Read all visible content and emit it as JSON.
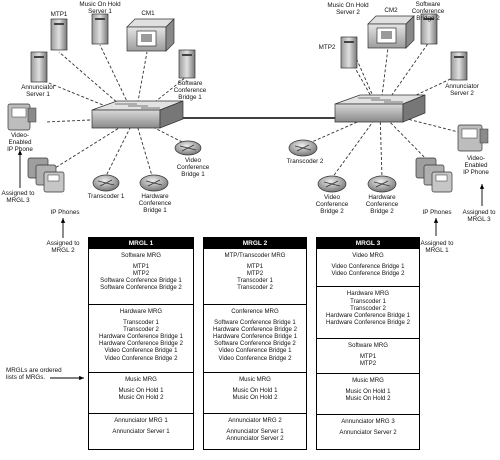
{
  "left_cluster": {
    "cm_label": "CM1",
    "mtp_label": "MTP1",
    "moh_label": [
      "Music On Hold",
      "Server 1"
    ],
    "annunciator_label": [
      "Annunciator",
      "Server 1"
    ],
    "scb_label": [
      "Software",
      "Conference",
      "Bridge 1"
    ],
    "vcb_label": [
      "Video",
      "Conference",
      "Bridge 1"
    ],
    "hcb_label": [
      "Hardware",
      "Conference",
      "Bridge 1"
    ],
    "transcoder_label": "Transcoder 1",
    "video_phone_label": [
      "Video-",
      "Enabled",
      "IP Phone"
    ],
    "ip_phones_label": "IP Phones",
    "assigned_video": [
      "Assigned to",
      "MRGL 3"
    ],
    "assigned_phones": [
      "Assigned to",
      "MRGL 2"
    ]
  },
  "right_cluster": {
    "cm_label": "CM2",
    "mtp_label": "MTP2",
    "moh_label": [
      "Music On Hold",
      "Server 2"
    ],
    "annunciator_label": [
      "Annunciator",
      "Server 2"
    ],
    "scb_label": [
      "Software",
      "Conference",
      "Bridge 2"
    ],
    "vcb_label": [
      "Video",
      "Conference",
      "Bridge 2"
    ],
    "hcb_label": [
      "Hardware",
      "Conference",
      "Bridge 2"
    ],
    "transcoder_label": "Transcoder 2",
    "video_phone_label": [
      "Video-",
      "Enabled",
      "IP Phone"
    ],
    "ip_phones_label": "IP Phones",
    "assigned_video": [
      "Assigned to",
      "MRGL 3"
    ],
    "assigned_phones": [
      "Assigned to",
      "MRGL 1"
    ]
  },
  "note": [
    "MRGLs are ordered",
    "lists of MRGs."
  ],
  "mrgls": [
    {
      "title": "MRGL 1",
      "mrgs": [
        {
          "name": "Software MRG",
          "resources": [
            "MTP1",
            "MTP2",
            "Software Conference Bridge 1",
            "Software Conference Bridge 2"
          ]
        },
        {
          "name": "Hardware MRG",
          "resources": [
            "Transcoder 1",
            "Transcoder 2",
            "Hardware Conference Bridge 1",
            "Hardware Conference Bridge 2",
            "Video Conference Bridge 1",
            "Video Conference Bridge 2"
          ]
        },
        {
          "name": "Music MRG",
          "resources": [
            "Music On Hold 1",
            "Music On Hold 2"
          ]
        },
        {
          "name": "Annunciator MRG 1",
          "resources": [
            "Annunciator Server 1"
          ]
        }
      ]
    },
    {
      "title": "MRGL 2",
      "mrgs": [
        {
          "name": "MTP/Transcoder MRG",
          "resources": [
            "MTP1",
            "MTP2",
            "Transcoder 1",
            "Transcoder 2"
          ]
        },
        {
          "name": "Conference MRG",
          "resources": [
            "Software Conference Bridge 1",
            "Hardware Conference Bridge 2",
            "Hardware Conference Bridge 1",
            "Software Conference Bridge 2",
            "Video Conference Bridge 1",
            "Video Conference Bridge 2"
          ]
        },
        {
          "name": "Music MRG",
          "resources": [
            "Music On Hold 1",
            "Music On Hold 2"
          ]
        },
        {
          "name": "Annunciator MRG 2",
          "resources": [
            "Annunciator Server 1",
            "Annunciator Server 2"
          ]
        }
      ]
    },
    {
      "title": "MRGL 3",
      "mrgs": [
        {
          "name": "Video MRG",
          "resources": [
            "Video Conference Bridge 1",
            "Video Conference Bridge 2"
          ]
        },
        {
          "name": "Hardware MRG",
          "resources": [
            "Transcoder 1",
            "Transcoder 2",
            "Hardware Conference Bridge 1",
            "Hardware Conference Bridge 2"
          ]
        },
        {
          "name": "Software MRG",
          "resources": [
            "MTP1",
            "MTP2"
          ]
        },
        {
          "name": "Music MRG",
          "resources": [
            "Music On Hold 1",
            "Music On Hold 2"
          ]
        },
        {
          "name": "Annunciator MRG 3",
          "resources": [
            "Annunciator Server 2"
          ]
        }
      ]
    }
  ]
}
